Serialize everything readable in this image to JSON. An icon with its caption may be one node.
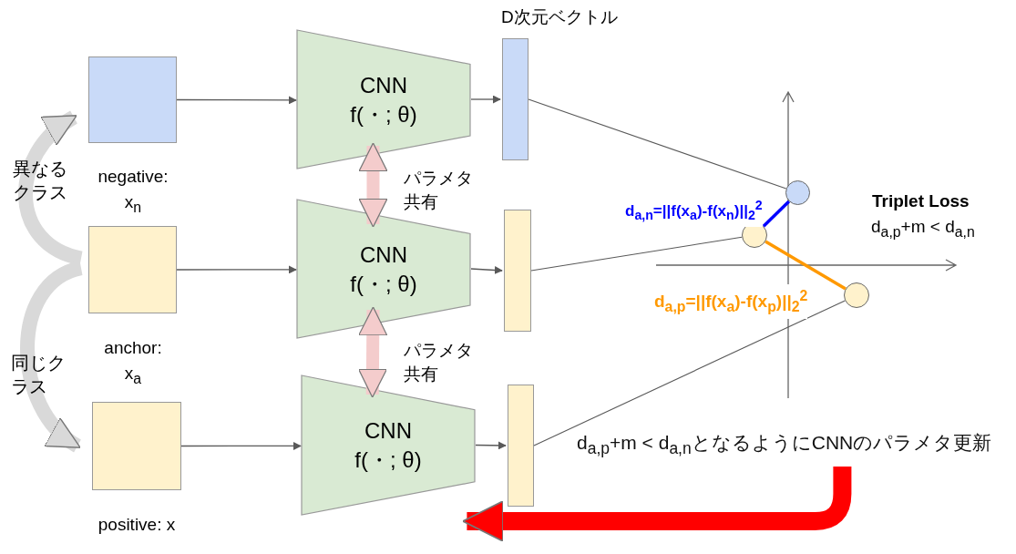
{
  "diagram": {
    "nodes": [
      {
        "text": [],
        "shape": "box"
      },
      {
        "text": [],
        "shape": "box",
        "beside": [
          "anchor: x$_{a}$"
        ]
      },
      {
        "text": [],
        "shape": "box",
        "beside": [
          "positive: x"
        ]
      },
      {
        "text": [
          "CNN f(・; θ)"
        ]
      },
      {
        "text": [
          "CNN f(・; θ)"
        ]
      },
      {
        "text": [
          "CNN f(・; θ)"
        ]
      },
      {
        "text": [],
        "shape": "bar",
        "beside": [
          "D次元ベクトル"
        ]
      },
      {
        "text": [],
        "shape": "bar"
      },
      {
        "text": [],
        "shape": "bar"
      },
      {
        "text": [],
        "shape": "circle"
      },
      {
        "text": [],
        "shape": "circle"
      },
      {
        "text": [],
        "shape": "circle"
      },
      {
        "text": [
          "d$_{a,p}$+m < d$_{a,n}$となるようにCNNのパラメタ更新"
        ]
      }
    ],
    "edges": [
      {
        "from": 0,
        "to": 3,
        "arrow": "to"
      },
      {
        "from": 1,
        "to": 4,
        "arrow": "to"
      },
      {
        "from": 2,
        "to": 5,
        "arrow": "to"
      },
      {
        "from": 3,
        "to": 6,
        "arrow": "to"
      },
      {
        "from": 4,
        "to": 7,
        "arrow": "to"
      },
      {
        "from": 5,
        "to": 8,
        "arrow": "to"
      },
      {
        "from": 6,
        "to": 9,
        "arrow": "none"
      },
      {
        "from": 7,
        "to": 10,
        "arrow": "none"
      },
      {
        "from": 8,
        "to": 11,
        "arrow": "none"
      },
      {
        "from": 10,
        "to": 9,
        "arrow": "none",
        "style": "thick",
        "color": "#0000ff",
        "label": "d$_{a,n}$=||f(x$_{a}$)-f(x$_{n}$)||$_{2}$$^{2}$"
      },
      {
        "from": 10,
        "to": 11,
        "arrow": "none",
        "style": "thick",
        "color": "#ff9900",
        "label": "d$_{a,p}$=||f(x$_{a}$)-f(x$_{p}$)||$_{2}$$^{2}$"
      },
      {
        "from": 3,
        "to": 4,
        "arrow": "both",
        "style": "thick",
        "color": "#f4cccc",
        "label": "パラメタ共有"
      },
      {
        "from": 4,
        "to": 5,
        "arrow": "both",
        "style": "thick",
        "color": "#f4cccc",
        "label": "パラメタ共有"
      },
      {
        "from": 1,
        "to": 0,
        "arrow": "to",
        "style": "thick",
        "color": "#d9d9d9",
        "label": "異なるクラス"
      },
      {
        "from": 1,
        "to": 2,
        "arrow": "to",
        "style": "thick",
        "color": "#d9d9d9",
        "label": "同じクラス"
      },
      {
        "from": 12,
        "to": 5,
        "arrow": "to",
        "style": "thick",
        "color": "#ff0000"
      }
    ],
    "labels": [
      "negative: x$_{n}$",
      "Triplet Loss",
      "d$_{a,p}$+m < d$_{a,n}$"
    ]
  }
}
